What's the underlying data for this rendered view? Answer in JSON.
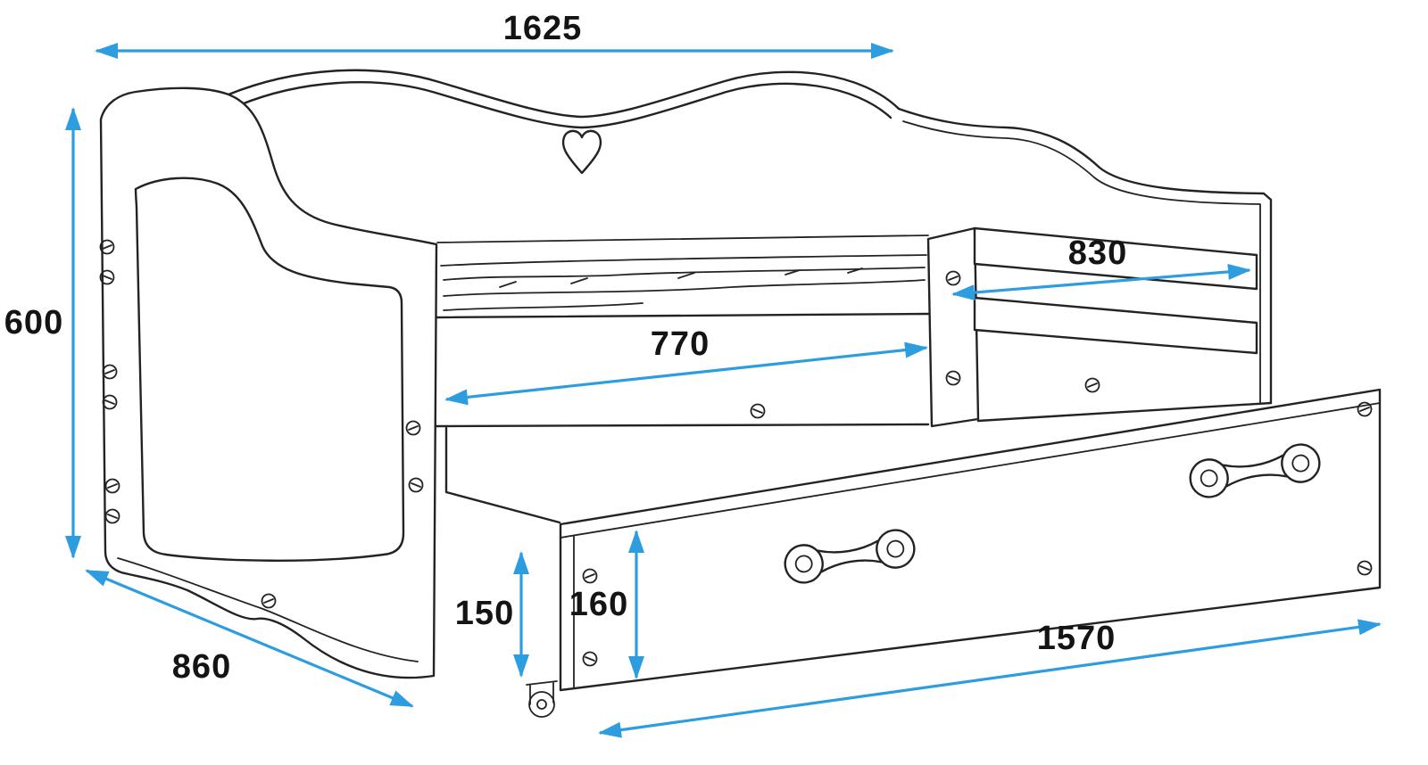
{
  "diagram": {
    "kind": "furniture-dimension-drawing",
    "subject": "children-bed-with-drawer",
    "colors": {
      "accent": "#2d9de0",
      "line": "#232323",
      "label": "#141414",
      "background": "#ffffff"
    },
    "dimensions": {
      "total_width": "1625",
      "total_height": "600",
      "total_depth": "860",
      "inner_length": "770",
      "guard_rail_length": "830",
      "underbed_clearance": "150",
      "drawer_front_height": "160",
      "drawer_length": "1570"
    }
  }
}
